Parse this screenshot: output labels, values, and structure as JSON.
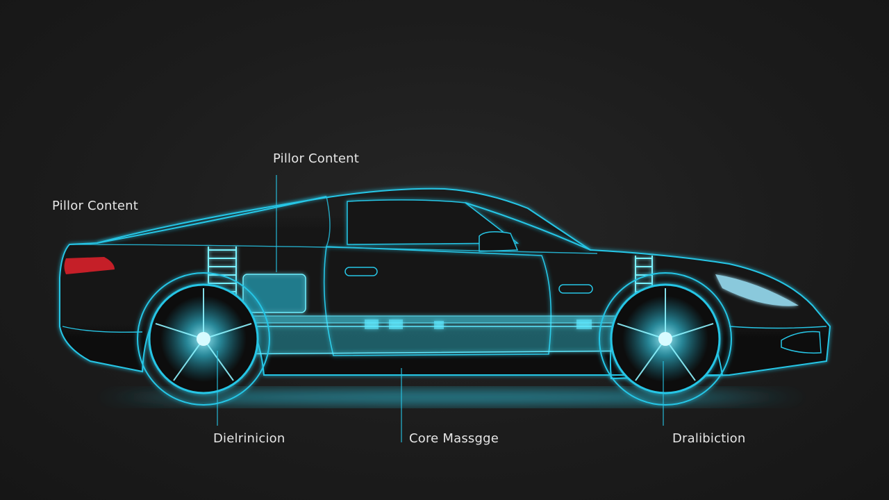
{
  "labels": {
    "pillar_left": "Pillor Content",
    "pillar_center": "Pillor Content",
    "bottom_left": "Dielrinicion",
    "bottom_center": "Core Massgge",
    "bottom_right": "Dralibiction"
  },
  "colors": {
    "background": "#1b1b1b",
    "wireframe": "#27c6e6",
    "glow": "#5fe9ff",
    "taillight": "#d8202a",
    "label_text": "#e6e6e6"
  }
}
